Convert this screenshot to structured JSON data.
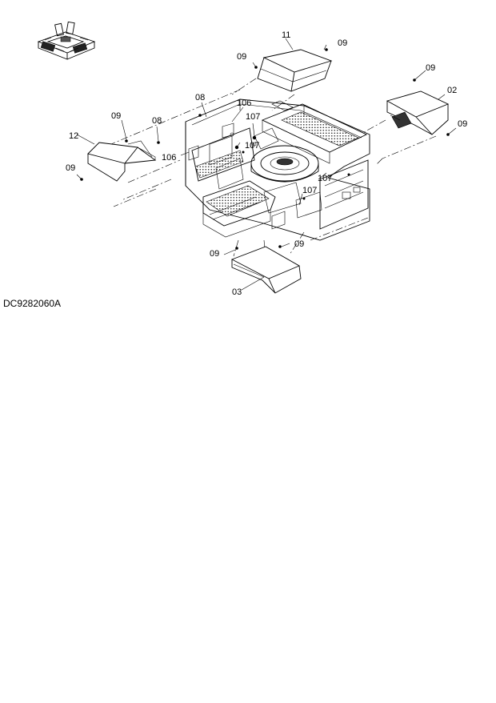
{
  "diagram": {
    "drawing_code": "DC9282060A",
    "labels": {
      "l11": "11",
      "l09_a": "09",
      "l09_b": "09",
      "l09_c": "09",
      "l02": "02",
      "l09_d": "09",
      "l08_a": "08",
      "l106_a": "106",
      "l107_a": "107",
      "l09_e": "09",
      "l08_b": "08",
      "l12": "12",
      "l107_b": "107",
      "l106_b": "106",
      "l09_f": "09",
      "l107_c": "107",
      "l107_d": "107",
      "l09_g": "09",
      "l09_h": "09",
      "l03": "03"
    }
  }
}
